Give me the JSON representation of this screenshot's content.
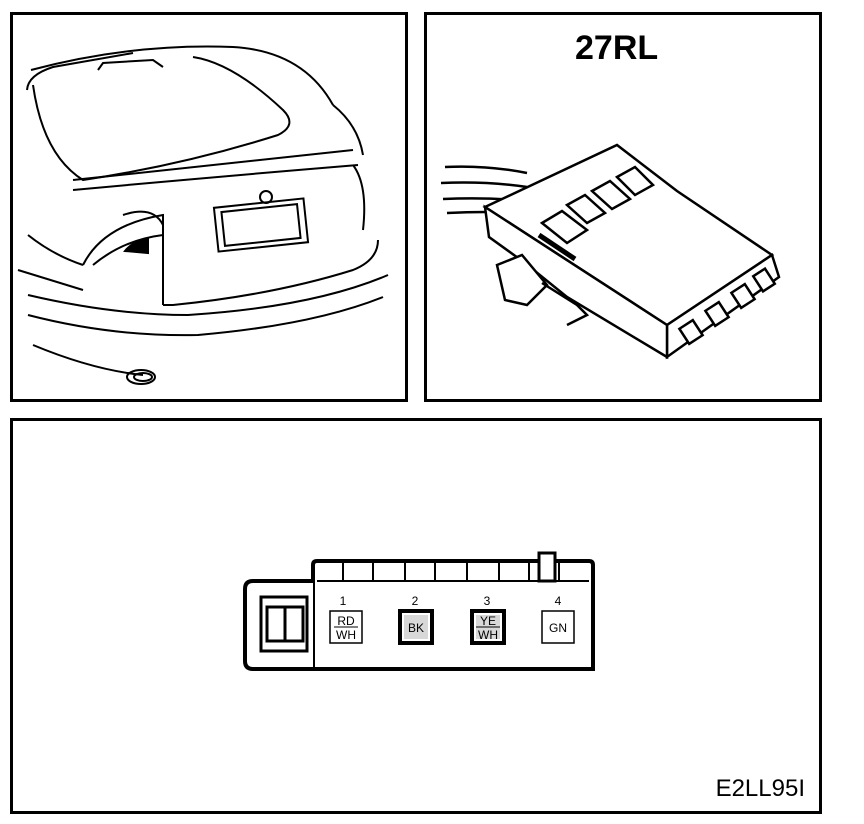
{
  "connector": {
    "title": "27RL",
    "pins": [
      {
        "number": "1",
        "wire_top": "RD",
        "wire_bottom": "WH",
        "filled": false
      },
      {
        "number": "2",
        "wire_top": "BK",
        "wire_bottom": "",
        "filled": true
      },
      {
        "number": "3",
        "wire_top": "YE",
        "wire_bottom": "WH",
        "filled": true
      },
      {
        "number": "4",
        "wire_top": "GN",
        "wire_bottom": "",
        "filled": false
      }
    ]
  },
  "figure_code": "E2LL95I",
  "colors": {
    "line": "#000000",
    "pin_fill": "#d8d8d8",
    "background": "#ffffff"
  }
}
